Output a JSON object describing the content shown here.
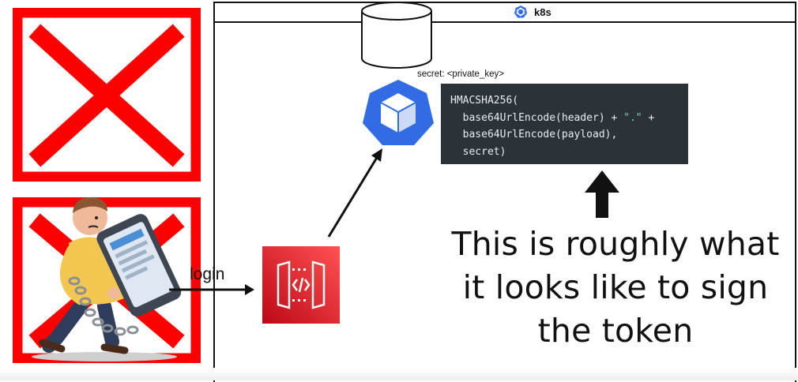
{
  "frame": {
    "icon": "kubernetes-helm-icon",
    "title": "k8s"
  },
  "secret_label": "secret: <private_key>",
  "code": {
    "lines": [
      {
        "prefix": "HMACSHA256(",
        "string": "",
        "suffix": ""
      },
      {
        "prefix": "  base64UrlEncode(header) + ",
        "string": "\".\"",
        "suffix": " +"
      },
      {
        "prefix": "  base64UrlEncode(payload),",
        "string": "",
        "suffix": ""
      },
      {
        "prefix": "  secret)",
        "string": "",
        "suffix": ""
      }
    ]
  },
  "login_label": "login",
  "caption": {
    "line1": "This is roughly what",
    "line2": "it looks like to sign",
    "line3": "the token"
  },
  "icons": {
    "database": "database-cylinder-icon",
    "k8s_service": "kubernetes-cube-icon",
    "api_gateway": "api-gateway-icon",
    "stressed_user": "stressed-user-with-phone-icon",
    "cross": "red-cross-icon",
    "up_arrow": "up-arrow-icon"
  },
  "colors": {
    "cross_red": "#ff0000",
    "k8s_blue": "#326ce5",
    "gateway_pink": "#e7157b",
    "code_bg": "#2b3338",
    "code_string": "#6fd3c8"
  }
}
